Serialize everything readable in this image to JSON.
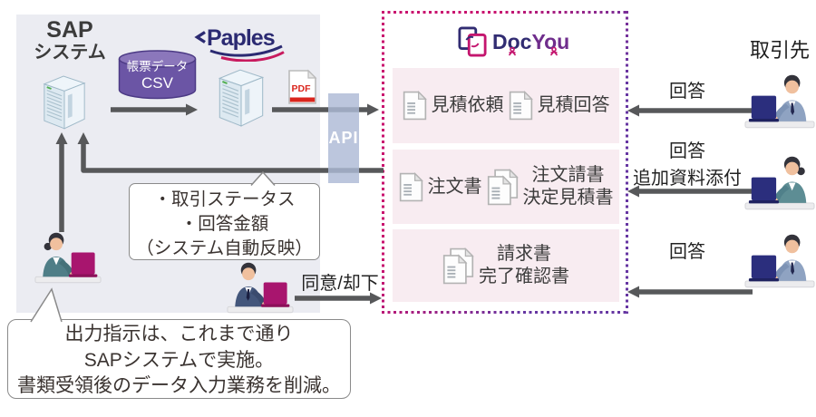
{
  "palette": {
    "panel_bg": "#ebecf2",
    "arrow": "#57585a",
    "row_bg": "#f8ecf1",
    "docyou_border_left": "#c9116e",
    "docyou_border_right": "#6636a2",
    "cylinder_purple": "#6b55a5",
    "api_bar": "#aebcd8",
    "paples_navy": "#2b2a72",
    "paples_crimson": "#c81a5e",
    "docyou_navy": "#312c72",
    "docyou_magenta": "#c4156e",
    "pdf_red": "#da251d",
    "laptop_navy": "#2b2e7d",
    "laptop_magenta": "#a8156e"
  },
  "sap": {
    "title_line1": "SAP",
    "title_line2": "システム"
  },
  "cylinder": {
    "line1": "帳票データ",
    "line2": "CSV"
  },
  "paples": {
    "name": "Paples"
  },
  "pdf": {
    "label": "PDF"
  },
  "api": {
    "label": "API"
  },
  "docyou": {
    "name_part1": "Doc",
    "name_part2": "You",
    "rows": [
      {
        "items": [
          {
            "icon": "doc-single",
            "lines": [
              "見積依頼"
            ]
          },
          {
            "icon": "doc-single",
            "lines": [
              "見積回答"
            ]
          }
        ]
      },
      {
        "items": [
          {
            "icon": "doc-single",
            "lines": [
              "注文書"
            ]
          },
          {
            "icon": "doc-double",
            "lines": [
              "注文請書",
              "決定見積書"
            ]
          }
        ]
      },
      {
        "items": [
          {
            "icon": "doc-double",
            "lines": [
              "請求書",
              "完了確認書"
            ]
          }
        ]
      }
    ]
  },
  "partner": {
    "title": "取引先",
    "flows": [
      {
        "lines": [
          "回答"
        ]
      },
      {
        "lines": [
          "回答",
          "追加資料添付"
        ]
      },
      {
        "lines": [
          "回答"
        ]
      }
    ]
  },
  "agree": {
    "label": "同意/却下"
  },
  "status_callout": {
    "lines": [
      "・取引ステータス",
      "・回答金額",
      "（システム自動反映）"
    ]
  },
  "bottom_callout": {
    "lines": [
      "出力指示は、これまで通り",
      "SAPシステムで実施。",
      "書類受領後のデータ入力業務を削減。"
    ]
  }
}
